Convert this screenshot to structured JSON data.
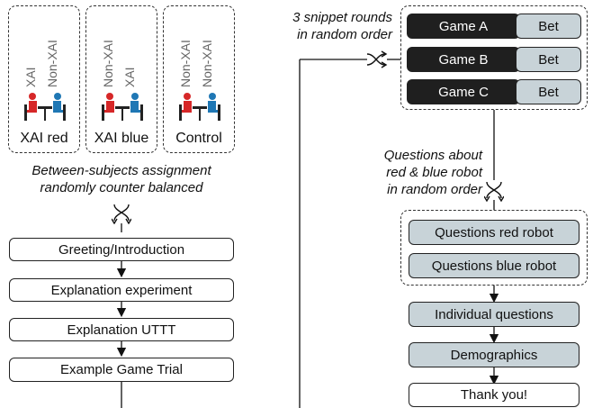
{
  "conditions": [
    {
      "label": "XAI red",
      "left_label": "XAI",
      "right_label": "Non-XAI",
      "left_color": "#d62728",
      "right_color": "#1f77b4"
    },
    {
      "label": "XAI blue",
      "left_label": "Non-XAI",
      "right_label": "XAI",
      "left_color": "#d62728",
      "right_color": "#1f77b4"
    },
    {
      "label": "Control",
      "left_label": "Non-XAI",
      "right_label": "Non-XAI",
      "left_color": "#d62728",
      "right_color": "#1f77b4"
    }
  ],
  "assignment_note": {
    "line1": "Between-subjects assignment",
    "line2": "randomly counter balanced"
  },
  "left_steps": [
    "Greeting/Introduction",
    "Explanation experiment",
    "Explanation UTTT",
    "Example Game Trial"
  ],
  "snippet_note": {
    "line1": "3 snippet rounds",
    "line2": "in random order"
  },
  "games": [
    {
      "name": "Game A",
      "action": "Bet"
    },
    {
      "name": "Game B",
      "action": "Bet"
    },
    {
      "name": "Game C",
      "action": "Bet"
    }
  ],
  "questions_note": {
    "line1": "Questions about",
    "line2": "red & blue robot",
    "line3": "in random order"
  },
  "robot_questions": [
    "Questions red robot",
    "Questions blue robot"
  ],
  "final_steps": [
    "Individual questions",
    "Demographics"
  ],
  "end_step": "Thank you!",
  "colors": {
    "grey_box": "#c8d3d8",
    "game_box": "#1f1f1f",
    "red_robot": "#d62728",
    "blue_robot": "#1f77b4"
  }
}
